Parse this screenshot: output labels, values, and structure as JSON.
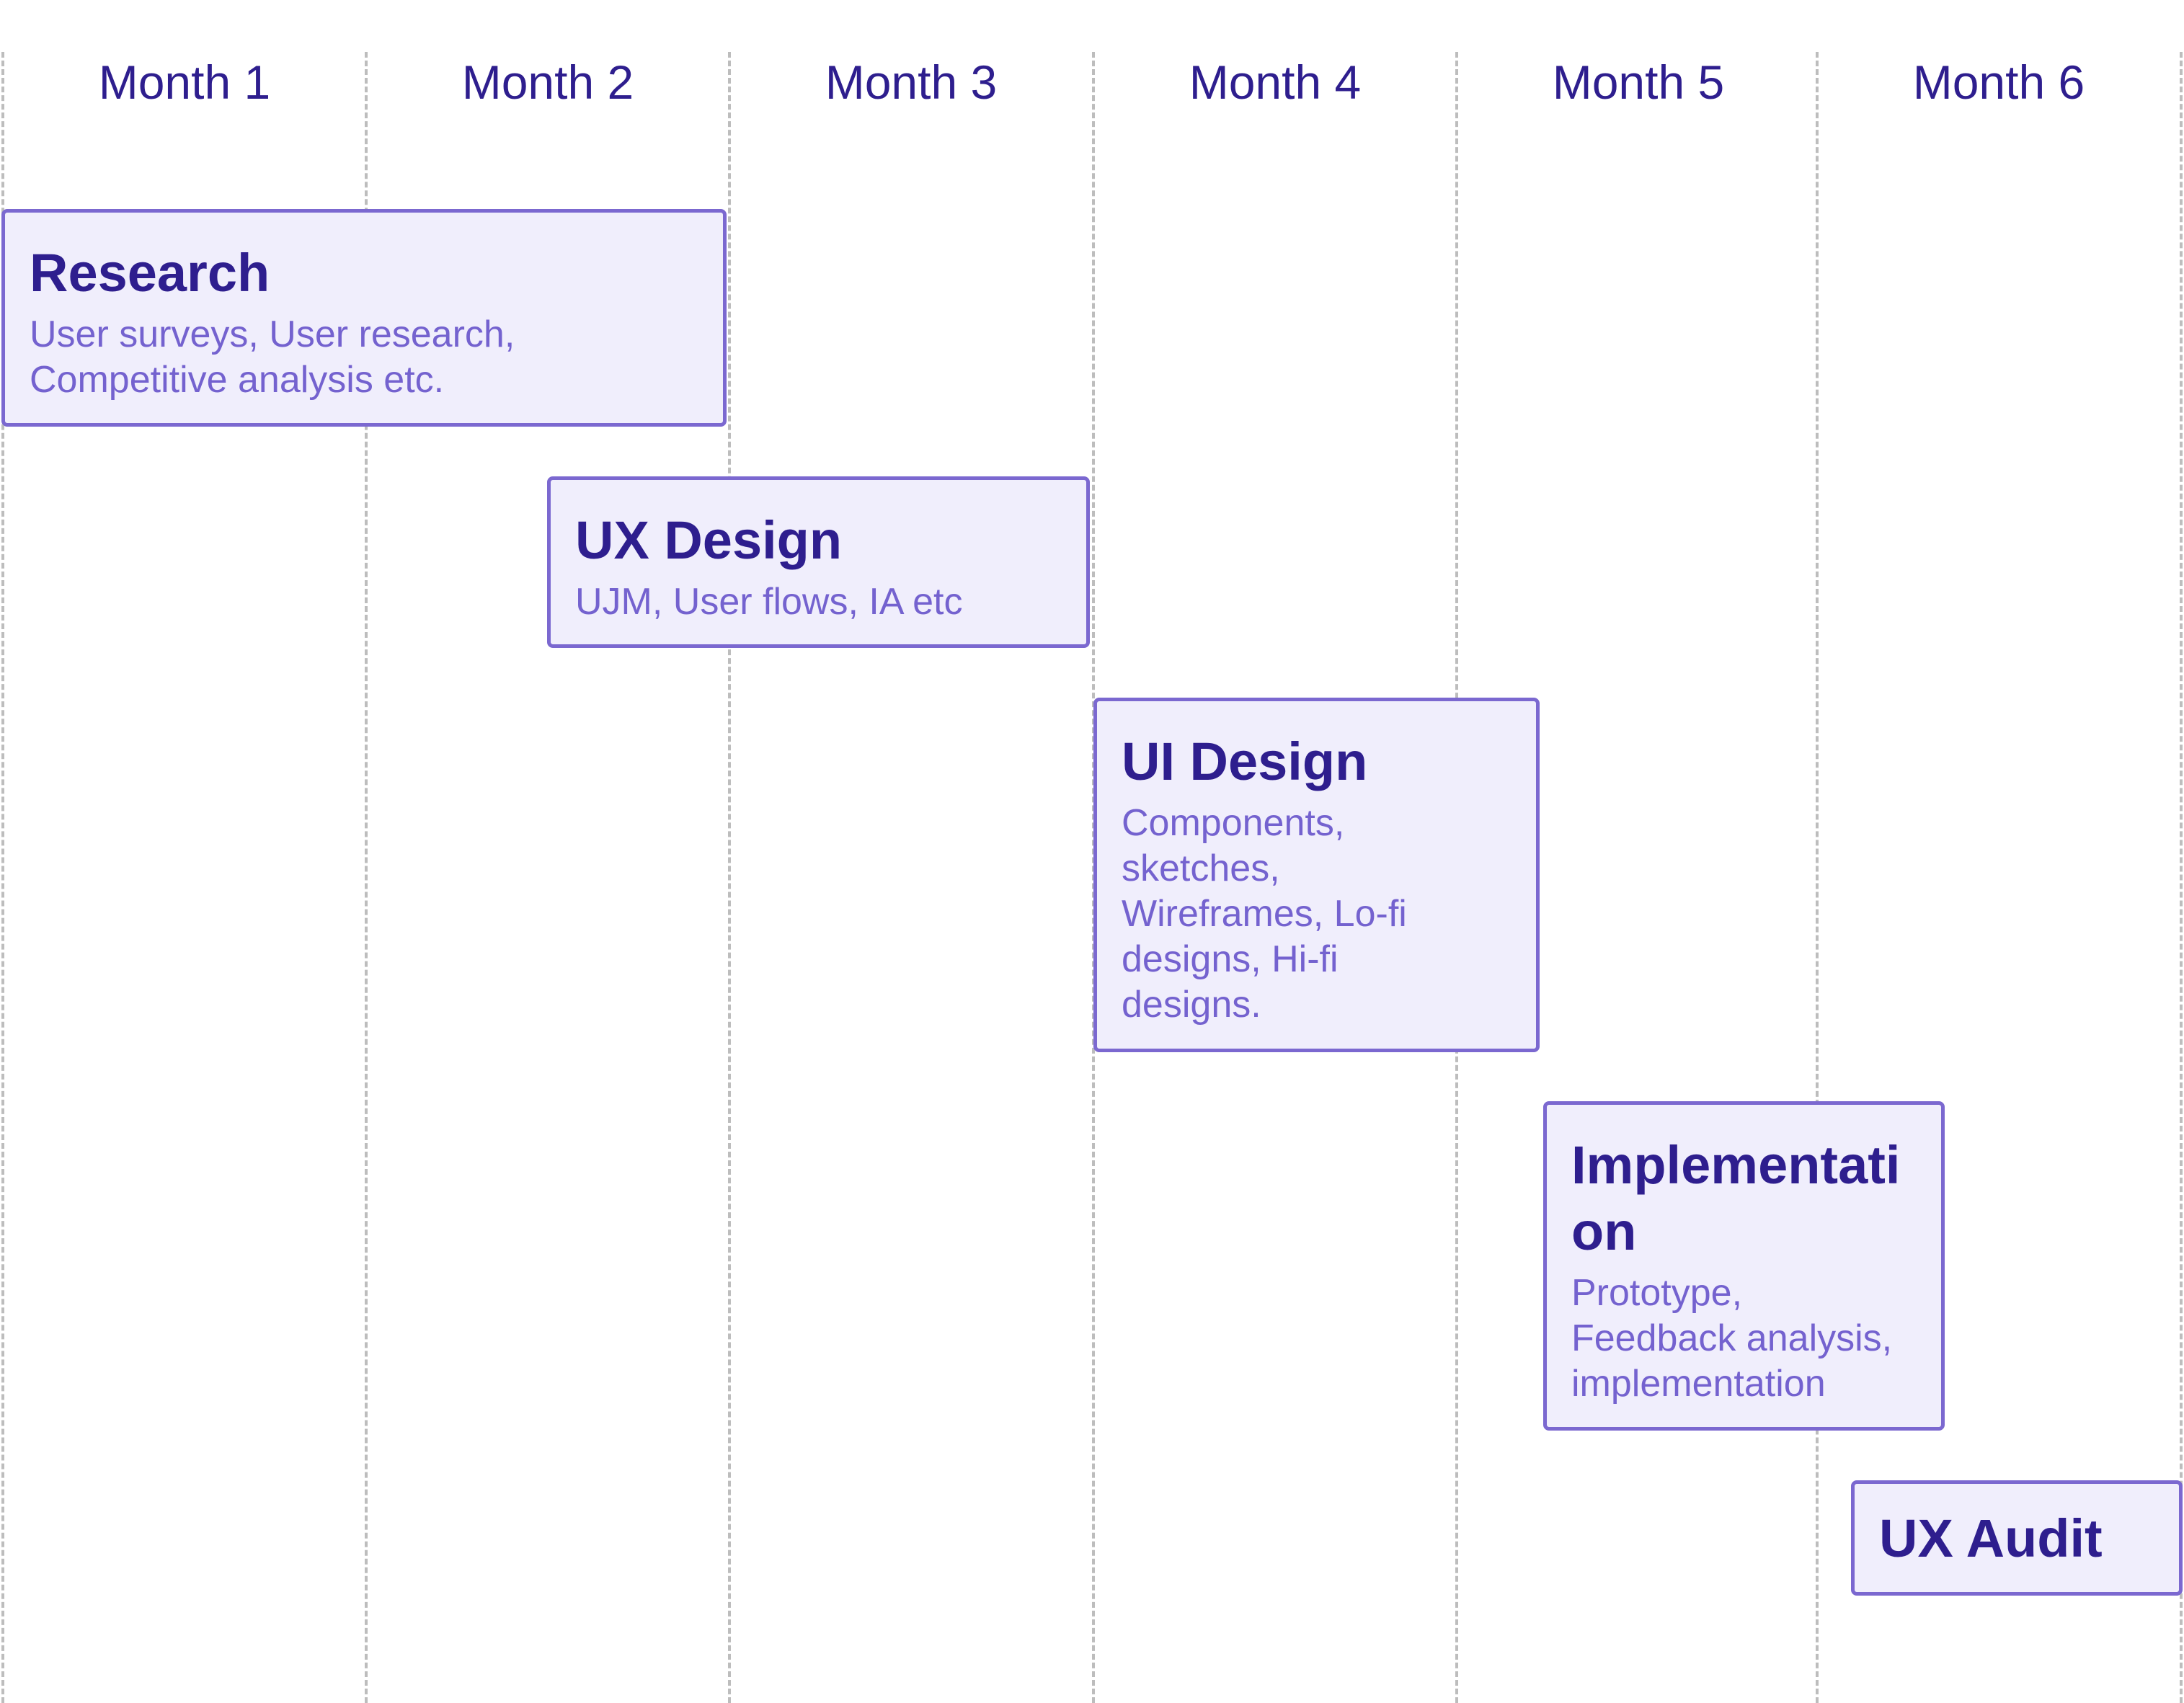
{
  "months": [
    "Month 1",
    "Month 2",
    "Month 3",
    "Month 4",
    "Month 5",
    "Month 6"
  ],
  "phases": [
    {
      "title": "Research",
      "description": "User surveys, User research, Competitive analysis etc."
    },
    {
      "title": "UX Design",
      "description": "UJM, User flows, IA etc"
    },
    {
      "title": "UI Design",
      "description": "Components, sketches, Wireframes, Lo-fi designs, Hi-fi designs."
    },
    {
      "title": "Implementation",
      "description": "Prototype, Feedback analysis, implementation"
    },
    {
      "title": "UX Audit",
      "description": ""
    }
  ]
}
